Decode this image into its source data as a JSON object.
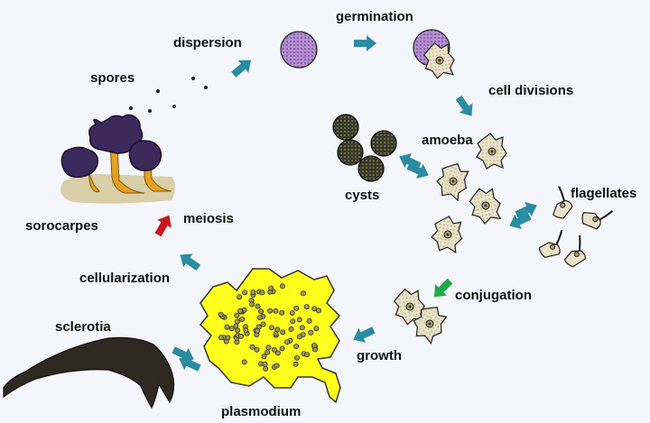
{
  "labels": {
    "spores": "spores",
    "dispersion": "dispersion",
    "germination": "germination",
    "cell_divisions": "cell divisions",
    "amoeba": "amoeba",
    "cysts": "cysts",
    "flagellates": "flagellates",
    "conjugation": "conjugation",
    "growth": "growth",
    "plasmodium": "plasmodium",
    "sclerotia": "sclerotia",
    "cellularization": "cellularization",
    "meiosis": "meiosis",
    "sorocarpes": "sorocarpes"
  },
  "colors": {
    "background": "#f4f6fb",
    "arrow": "#2a8ca0",
    "conjugation_arrow": "#1faa4a",
    "meiosis_arrow": "#c8141e",
    "spore_fill": "#b48cd2",
    "plasmodium_fill": "#ffff1e",
    "cyst_fill": "#3a3a28",
    "amoeba_fill": "#e8e2c8",
    "sclerotia_fill": "#2e2a22",
    "sorocarp_fill": "#3c2a5a",
    "stalk_fill": "#e6a21e",
    "substrate_fill": "#d8cfa8"
  }
}
